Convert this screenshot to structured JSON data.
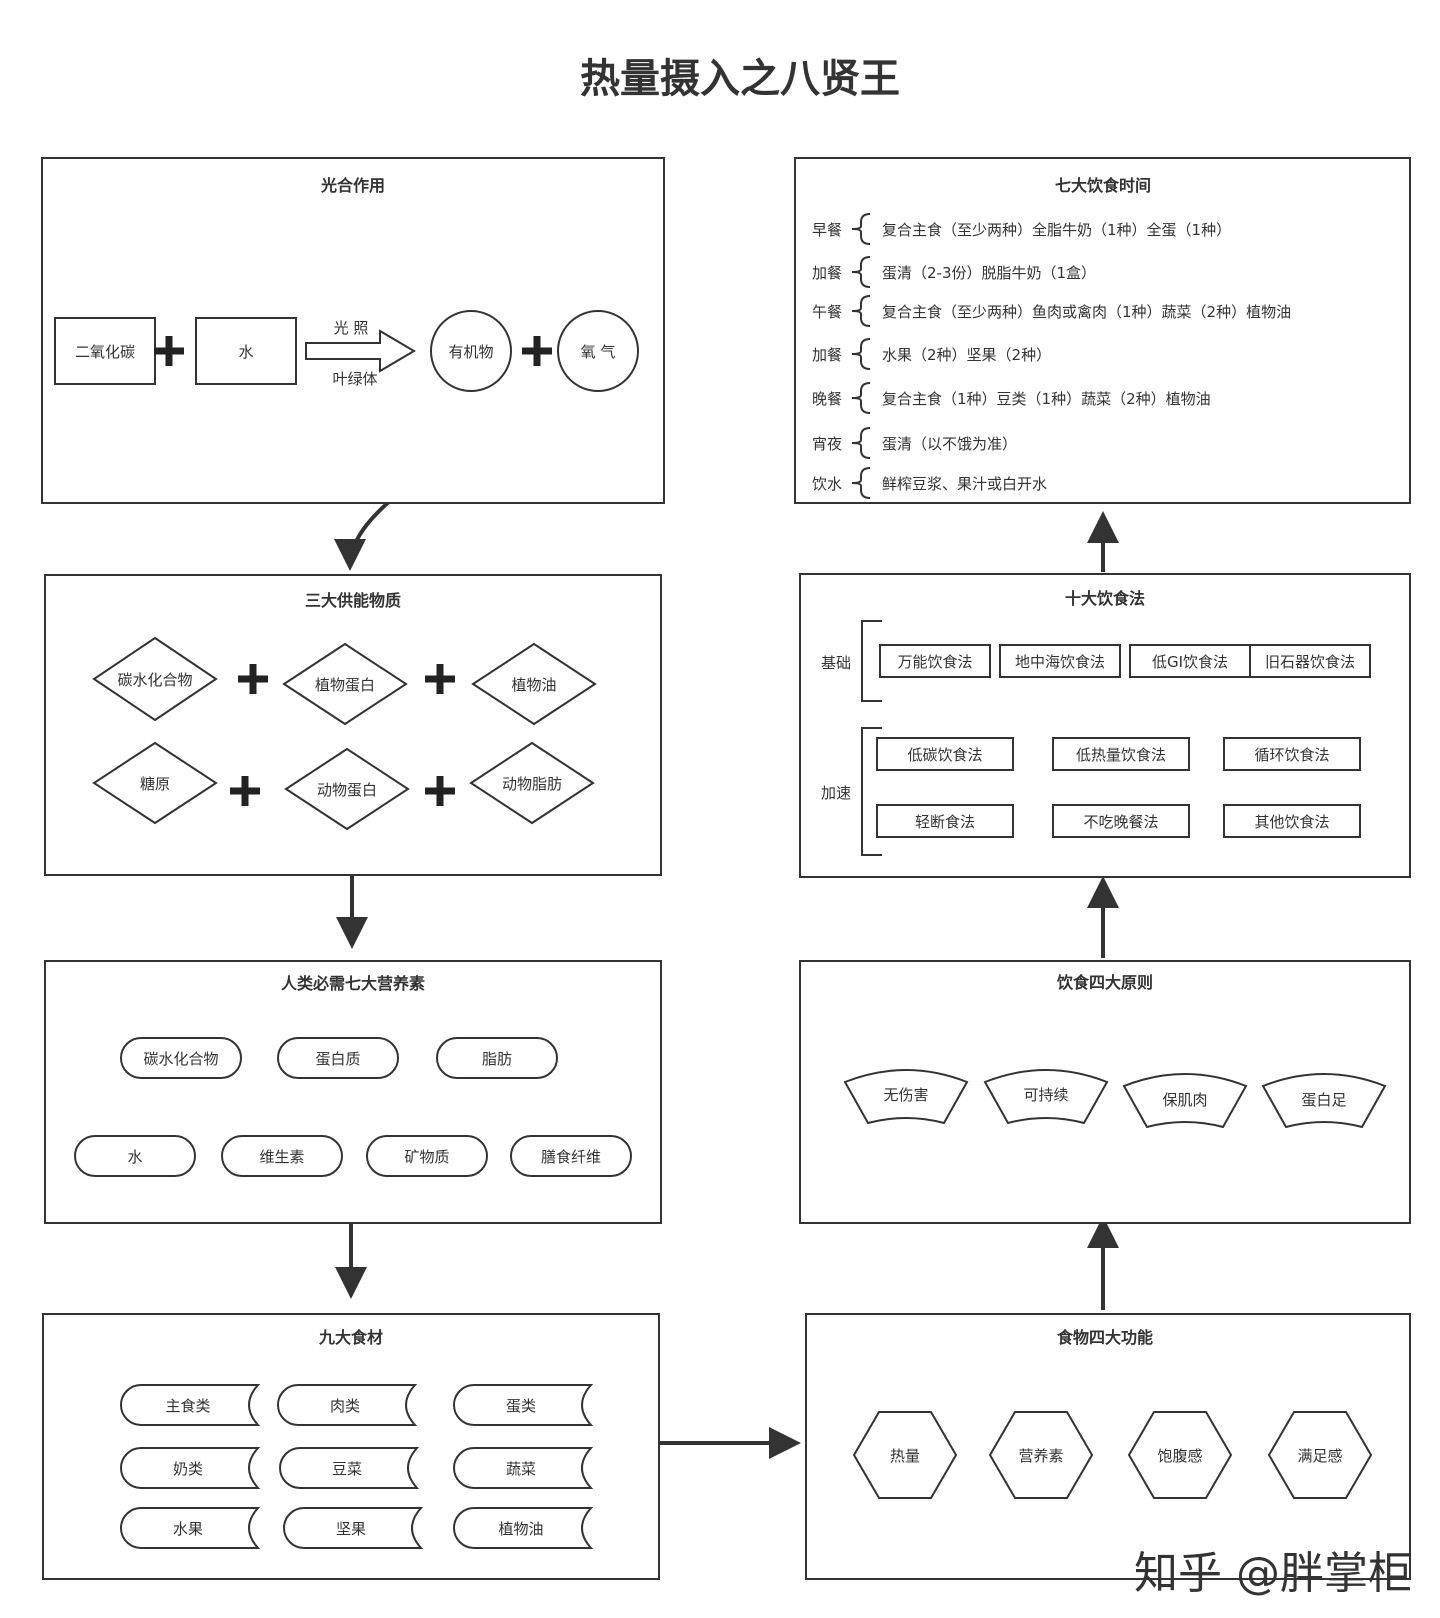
{
  "title": "热量摄入之八贤王",
  "watermark": "知乎 @胖掌柜",
  "photosynthesis": {
    "title": "光合作用",
    "co2": "二氧化碳",
    "water": "水",
    "light": "光 照",
    "chlorophyll": "叶绿体",
    "organic": "有机物",
    "oxygen": "氧 气"
  },
  "energy": {
    "title": "三大供能物质",
    "items": [
      "碳水化合物",
      "植物蛋白",
      "植物油",
      "糖原",
      "动物蛋白",
      "动物脂肪"
    ]
  },
  "nutrients": {
    "title": "人类必需七大营养素",
    "items": [
      "碳水化合物",
      "蛋白质",
      "脂肪",
      "水",
      "维生素",
      "矿物质",
      "膳食纤维"
    ]
  },
  "ingredients": {
    "title": "九大食材",
    "items": [
      "主食类",
      "肉类",
      "蛋类",
      "奶类",
      "豆菜",
      "蔬菜",
      "水果",
      "坚果",
      "植物油"
    ]
  },
  "functions": {
    "title": "食物四大功能",
    "items": [
      "热量",
      "营养素",
      "饱腹感",
      "满足感"
    ]
  },
  "principles": {
    "title": "饮食四大原则",
    "items": [
      "无伤害",
      "可持续",
      "保肌肉",
      "蛋白足"
    ]
  },
  "methods": {
    "title": "十大饮食法",
    "basic_label": "基础",
    "basic": [
      "万能饮食法",
      "地中海饮食法",
      "低GI饮食法",
      "旧石器饮食法"
    ],
    "accel_label": "加速",
    "accel": [
      "低碳饮食法",
      "低热量饮食法",
      "循环饮食法",
      "轻断食法",
      "不吃晚餐法",
      "其他饮食法"
    ]
  },
  "times": {
    "title": "七大饮食时间",
    "rows": [
      {
        "meal": "早餐",
        "content": "复合主食（至少两种）全脂牛奶（1种）全蛋（1种）"
      },
      {
        "meal": "加餐",
        "content": "蛋清（2-3份）脱脂牛奶（1盒）"
      },
      {
        "meal": "午餐",
        "content": "复合主食（至少两种）鱼肉或禽肉（1种）蔬菜（2种）植物油"
      },
      {
        "meal": "加餐",
        "content": "水果（2种）坚果（2种）"
      },
      {
        "meal": "晚餐",
        "content": "复合主食（1种）豆类（1种）蔬菜（2种）植物油"
      },
      {
        "meal": "宵夜",
        "content": "蛋清（以不饿为准）"
      },
      {
        "meal": "饮水",
        "content": "鲜榨豆浆、果汁或白开水"
      }
    ]
  }
}
